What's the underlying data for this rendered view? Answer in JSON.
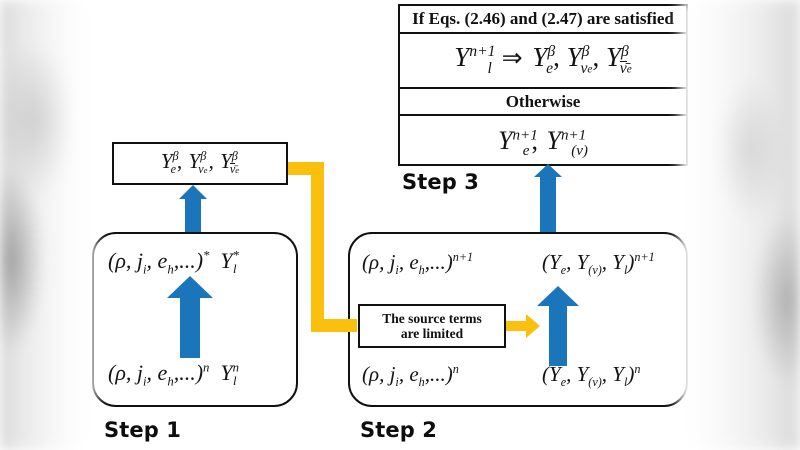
{
  "figure": {
    "type": "flow-diagram",
    "title": "Three-step operator-split scheme for lepton/neutrino fractions",
    "colors": {
      "arrow_blue": "#1B75BB",
      "arrow_orange": "#FBC00D",
      "stroke": "#111111",
      "background": "#FFFFFF"
    }
  },
  "step1": {
    "label": "Step 1",
    "bottom_row": {
      "state": "(ρ, j",
      "state_sub": "i",
      "state_mid": ", e",
      "state_sub2": "h",
      "state_end": ",...)",
      "state_sup": "n",
      "y_symbol": "Y",
      "y_sub": "l",
      "y_sup": "n"
    },
    "top_row": {
      "state": "(ρ, j",
      "state_sub": "i",
      "state_mid": ", e",
      "state_sub2": "h",
      "state_end": ",...)",
      "state_sup": "*",
      "y_symbol": "Y",
      "y_sub": "l",
      "y_sup": "*"
    },
    "output_box": {
      "term1": {
        "base": "Y",
        "sub": "e",
        "sup": "β"
      },
      "term2": {
        "base": "Y",
        "sub": "ν",
        "subsub": "e",
        "sup": "β"
      },
      "term3": {
        "base": "Y",
        "sub": "ν̄",
        "subsub": "e",
        "sup": "β"
      },
      "separator": ",",
      "text_plain": "Y_e^β , Y_{ν_e}^β , Y_{ν̄_e}^β"
    }
  },
  "step2": {
    "label": "Step 2",
    "bottom_left": {
      "state": "(ρ, j",
      "state_sub": "i",
      "state_mid": ", e",
      "state_sub2": "h",
      "state_end": ",...)",
      "state_sup": "n"
    },
    "bottom_right": {
      "expr": "(Y",
      "sub1": "e",
      "mid": ", Y",
      "sub2": "(ν)",
      "mid2": ", Y",
      "sub3": "l",
      "end": ")",
      "sup": "n"
    },
    "top_left": {
      "state": "(ρ, j",
      "state_sub": "i",
      "state_mid": ", e",
      "state_sub2": "h",
      "state_end": ",...)",
      "state_sup": "n+1"
    },
    "top_right": {
      "expr": "(Y",
      "sub1": "e",
      "mid": ", Y",
      "sub2": "(ν)",
      "mid2": ", Y",
      "sub3": "l",
      "end": ")",
      "sup": "n+1"
    },
    "source_note": {
      "line1": "The source terms",
      "line2": "are limited"
    }
  },
  "step3": {
    "label": "Step 3",
    "condition_header": "If Eqs. (2.46) and (2.47) are satisfied",
    "condition_result": {
      "lhs_base": "Y",
      "lhs_sub": "l",
      "lhs_sup": "n+1",
      "implies": "⇒",
      "term1": {
        "base": "Y",
        "sub": "e",
        "sup": "β"
      },
      "term2": {
        "base": "Y",
        "sub": "ν",
        "subsub": "e",
        "sup": "β"
      },
      "term3": {
        "base": "Y",
        "sub": "ν̄",
        "subsub": "e",
        "sup": "β"
      },
      "separator": ","
    },
    "otherwise_header": "Otherwise",
    "otherwise_result": {
      "term1": {
        "base": "Y",
        "sub": "e",
        "sup": "n+1"
      },
      "term2": {
        "base": "Y",
        "sub": "(ν)",
        "sup": "n+1"
      },
      "separator": ","
    }
  },
  "arrows": {
    "step1_internal": "up-arrow-blue",
    "step1_to_output": "up-arrow-blue",
    "step2_internal": "up-arrow-blue",
    "step2_to_step3": "up-arrow-blue",
    "output_to_source": "elbow-arrow-orange",
    "source_to_step2": "right-arrow-orange"
  }
}
